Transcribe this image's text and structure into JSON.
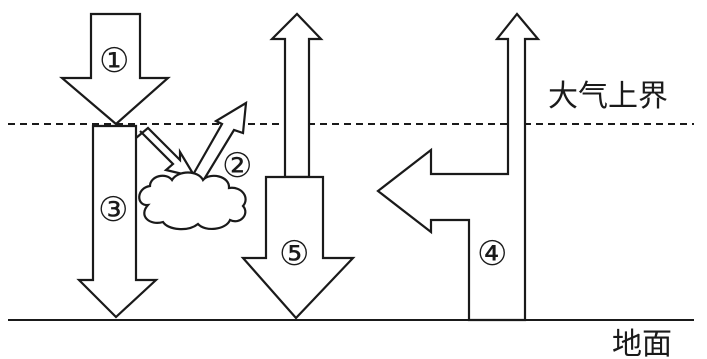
{
  "labels": {
    "atmosphere_top": "大气上界",
    "ground": "地面"
  },
  "markers": {
    "m1": "①",
    "m2": "②",
    "m3": "③",
    "m4": "④",
    "m5": "⑤"
  }
}
